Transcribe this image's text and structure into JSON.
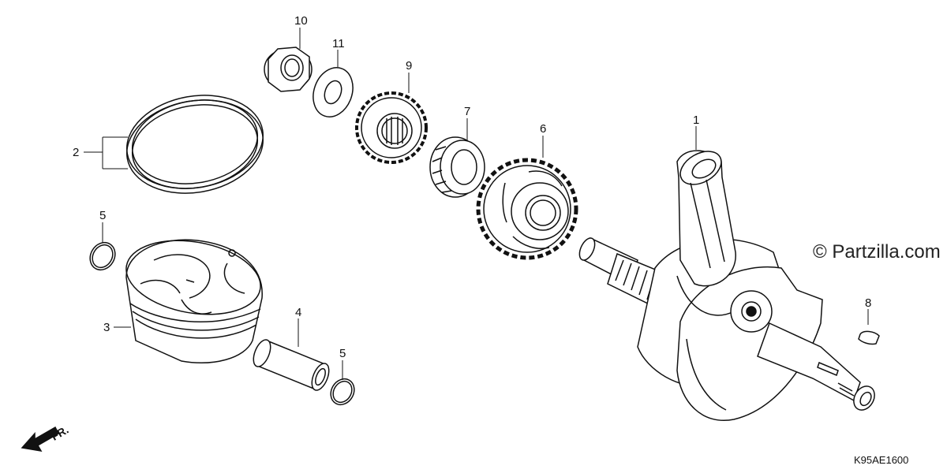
{
  "diagram": {
    "callouts": {
      "crankshaft": "1",
      "piston_ring_set": "2",
      "piston": "3",
      "piston_pin": "4",
      "pin_clip_upper": "5",
      "pin_clip_lower": "5",
      "gear_6": "6",
      "bearing_7": "7",
      "key_8": "8",
      "gear_9": "9",
      "nut_10": "10",
      "washer_11": "11"
    },
    "watermark": "© Partzilla.com",
    "diagram_code": "K95AE1600",
    "front_indicator": "FR."
  }
}
